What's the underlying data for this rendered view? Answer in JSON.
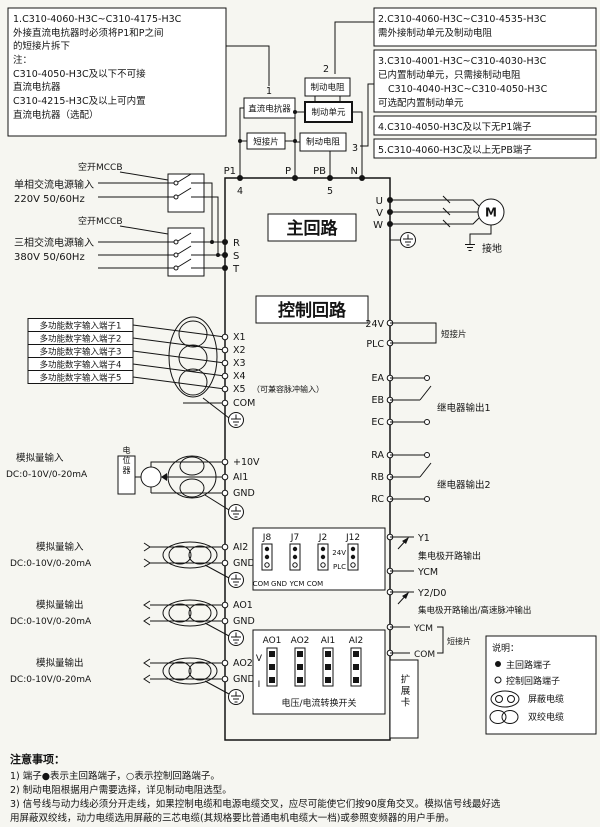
{
  "colors": {
    "background": "#f6f6f1",
    "ink": "#141414"
  },
  "notes": {
    "n1": {
      "lines": [
        "1.C310-4060-H3C~C310-4175-H3C",
        "外接直流电抗器时必须将P1和P之间",
        "的短接片拆下",
        "注：",
        "C310-4050-H3C及以下不可接",
        "直流电抗器",
        "C310-4215-H3C及以上可内置",
        "直流电抗器（选配）"
      ]
    },
    "n2": {
      "lines": [
        "2.C310-4060-H3C~C310-4535-H3C",
        "需外接制动单元及制动电阻"
      ]
    },
    "n3": {
      "lines": [
        "3.C310-4001-H3C~C310-4030-H3C",
        "已内置制动单元，只需接制动电阻",
        "C310-4040-H3C~C310-4050-H3C",
        "可选配内置制动单元"
      ]
    },
    "n4": {
      "lines": [
        "4.C310-4050-H3C及以下无P1端子"
      ]
    },
    "n5": {
      "lines": [
        "5.C310-4060-H3C及以上无PB端子"
      ]
    }
  },
  "refs": {
    "r1": "1",
    "r2": "2",
    "r3": "3",
    "r4": "4",
    "r5": "5"
  },
  "components": {
    "dc_reactor": "直流电抗器",
    "short_clip": "短接片",
    "brake_resistor_a": "制动电阻",
    "brake_unit": "制动单元",
    "brake_resistor_b": "制动电阻"
  },
  "power": {
    "mccb_a": "空开MCCB",
    "mccb_b": "空开MCCB",
    "single_phase_1": "单相交流电源输入",
    "single_phase_2": "220V 50/60Hz",
    "three_phase_1": "三相交流电源输入",
    "three_phase_2": "380V 50/60Hz"
  },
  "main": {
    "title": "主回路",
    "p1": "P1",
    "p": "P",
    "pb": "PB",
    "n": "N",
    "r": "R",
    "s": "S",
    "t": "T",
    "u": "U",
    "v": "V",
    "w": "W",
    "motor": "M",
    "ground": "接地"
  },
  "control": {
    "title": "控制回路",
    "di": {
      "boxes": [
        "多功能数字输入端子1",
        "多功能数字输入端子2",
        "多功能数字输入端子3",
        "多功能数字输入端子4",
        "多功能数字输入端子5"
      ],
      "x": [
        "X1",
        "X2",
        "X3",
        "X4",
        "X5"
      ],
      "x5_note": "（可兼容脉冲输入）",
      "com": "COM"
    },
    "v24": "24V",
    "plc": "PLC",
    "short_clip": "短接片",
    "relay1": {
      "a": "EA",
      "b": "EB",
      "c": "EC",
      "label": "继电器输出1"
    },
    "relay2": {
      "a": "RA",
      "b": "RB",
      "c": "RC",
      "label": "继电器输出2"
    },
    "ai1": {
      "cap1": "模拟量输入",
      "cap2": "DC:0-10V/0-20mA",
      "pot": "电位器",
      "t1": "+10V",
      "t2": "AI1",
      "t3": "GND"
    },
    "ai2": {
      "cap1": "模拟量输入",
      "cap2": "DC:0-10V/0-20mA",
      "t1": "AI2",
      "t2": "GND"
    },
    "ao1": {
      "cap1": "模拟量输出",
      "cap2": "DC:0-10V/0-20mA",
      "t1": "AO1",
      "t2": "GND"
    },
    "ao2": {
      "cap1": "模拟量输出",
      "cap2": "DC:0-10V/0-20mA",
      "t1": "AO2",
      "t2": "GND"
    },
    "y1": {
      "term": "Y1",
      "desc": "集电极开路输出",
      "ycm": "YCM"
    },
    "y2": {
      "term": "Y2/D0",
      "desc": "集电极开路输出/高速脉冲输出",
      "ycm": "YCM",
      "short_clip": "短接片",
      "com": "COM"
    },
    "jumpers": {
      "h": [
        "J8",
        "J7",
        "J2",
        "J12"
      ],
      "side": [
        "24V",
        "PLC"
      ],
      "bottom": [
        "COM",
        "GND",
        "YCM",
        "COM"
      ]
    },
    "vi": {
      "h": [
        "AO1",
        "AO2",
        "AI1",
        "AI2"
      ],
      "v": "V",
      "i": "I",
      "caption": "电压/电流转换开关"
    }
  },
  "expansion": {
    "label": "扩展卡"
  },
  "legend": {
    "title": "说明：",
    "main_term": "主回路端子",
    "control_term": "控制回路端子",
    "shield": "屏蔽电缆",
    "twisted": "双绞电缆"
  },
  "footnotes": {
    "title": "注意事项：",
    "lines": [
      "1) 端子●表示主回路端子，○表示控制回路端子。",
      "2) 制动电阻根据用户需要选择，详见制动电阻选型。",
      "3) 信号线与动力线必须分开走线，如果控制电缆和电源电缆交叉，应尽可能使它们按90度角交叉。模拟信号线最好选",
      "用屏蔽双绞线，动力电缆选用屏蔽的三芯电缆(其规格要比普通电机电缆大一档)或参照变频器的用户手册。"
    ]
  }
}
